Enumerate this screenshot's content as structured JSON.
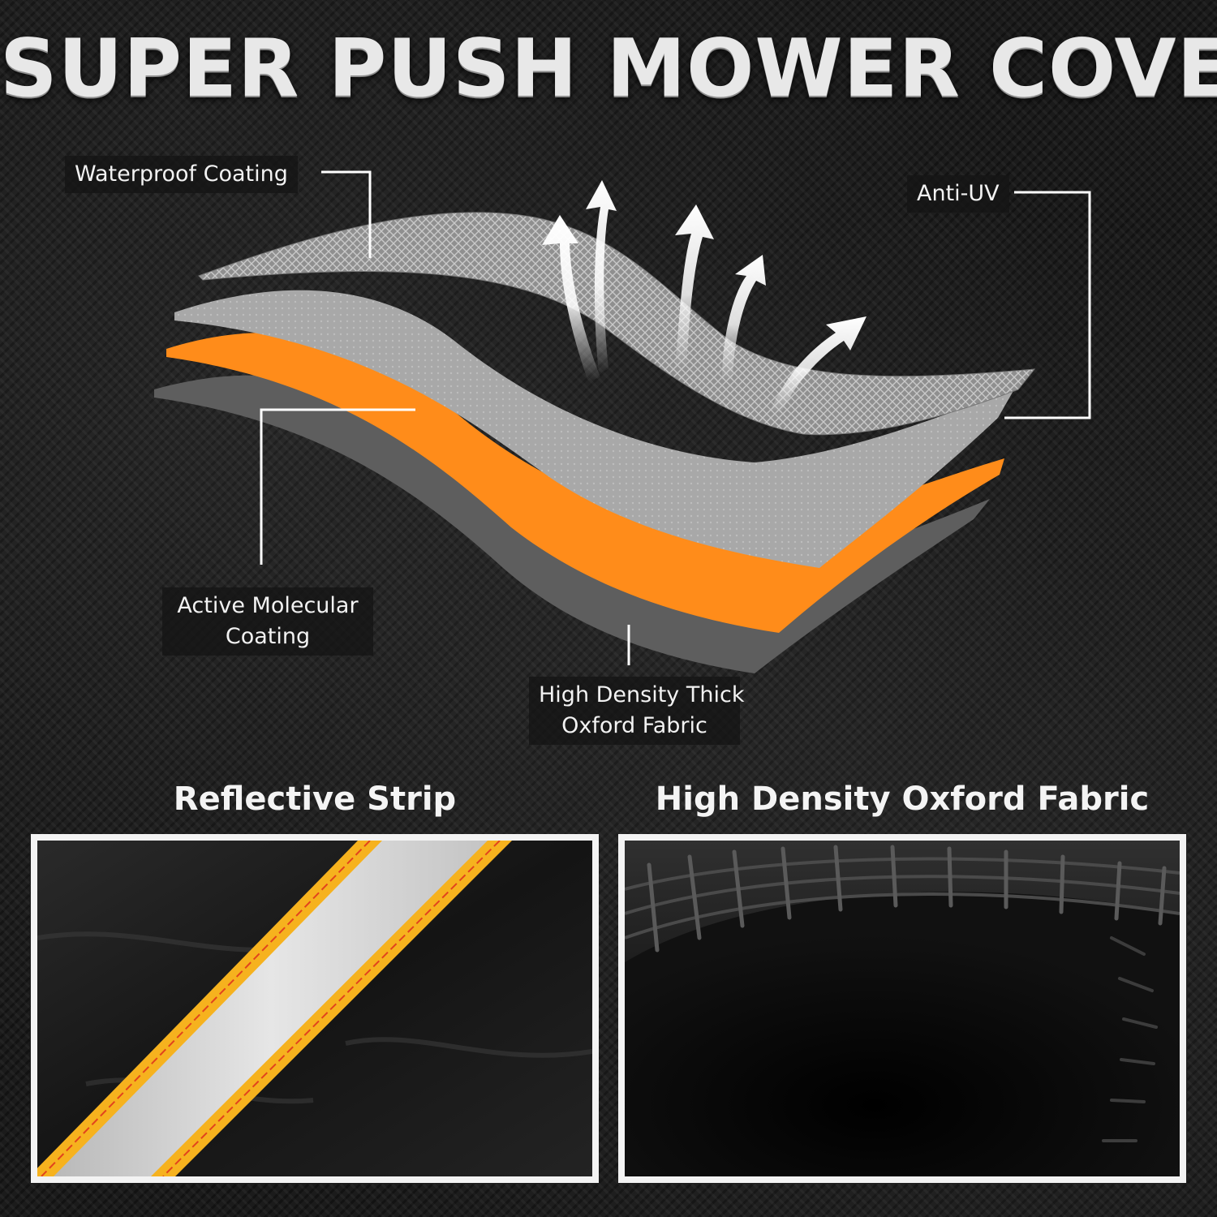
{
  "title": "SUPER PUSH MOWER COVER",
  "callouts": {
    "waterproof": "Waterproof  Coating",
    "anti_uv": "Anti-UV",
    "active_molecular_line1": "Active Molecular",
    "active_molecular_line2": "Coating",
    "oxford_line1": "High Density Thick",
    "oxford_line2": "Oxford Fabric"
  },
  "sections": {
    "reflective": "Reflective Strip",
    "oxford": "High Density Oxford Fabric"
  },
  "colors": {
    "background": "#1b1b1b",
    "layer_mesh": "#9a9a9a",
    "layer_gray": "#a9a9a9",
    "layer_orange": "#ff8c1a",
    "layer_dark": "#5e5e5e",
    "reflective_yellow": "#f6b21e",
    "reflective_silver": "#d9d9d9",
    "frame": "#f3f3f3"
  },
  "icons": {
    "arrows": "white-upward-arrows-icon"
  }
}
